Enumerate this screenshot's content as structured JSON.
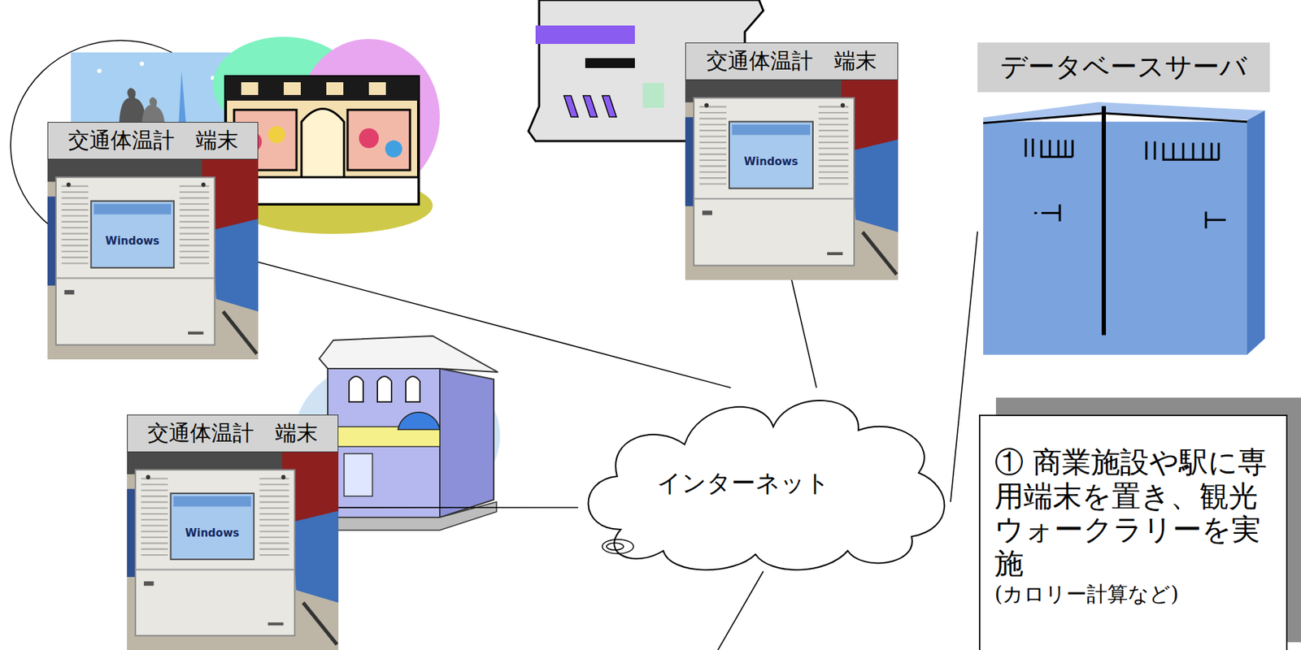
{
  "diagram": {
    "nodes": [
      {
        "text": [
          "交通体温計　端末"
        ]
      },
      {
        "text": [
          "交通体温計　端末"
        ]
      },
      {
        "text": [
          "データベースサーバ"
        ]
      },
      {
        "text": [
          "交通体温計　端末"
        ]
      },
      {
        "text": [
          "インターネット"
        ]
      },
      {
        "text": [
          "① 商業施設や駅に専用端末を置き、観光ウォークラリーを実施",
          "(カロリー計算など)"
        ]
      }
    ],
    "edges": [
      {
        "from": 0,
        "to": 4,
        "arrow": "none"
      },
      {
        "from": 1,
        "to": 4,
        "arrow": "none"
      },
      {
        "from": 3,
        "to": 4,
        "arrow": "none"
      },
      {
        "from": 2,
        "to": 4,
        "arrow": "none"
      }
    ],
    "labels": [
      "Windows",
      "Windows",
      "Windows"
    ]
  }
}
